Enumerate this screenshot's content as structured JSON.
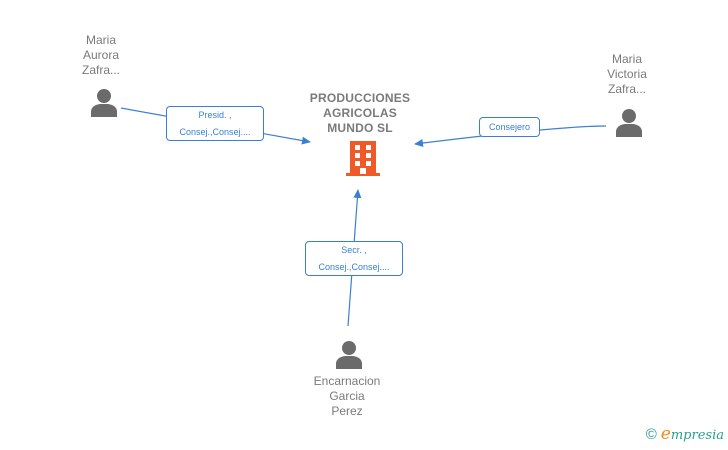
{
  "company": {
    "name_lines": [
      "PRODUCCIONES",
      "AGRICOLAS",
      "MUNDO SL"
    ],
    "icon": "building-icon",
    "icon_color": "#f05a28"
  },
  "people": [
    {
      "id": "maria-aurora",
      "name_lines": [
        "Maria",
        "Aurora",
        "Zafra..."
      ],
      "icon": "person-icon",
      "role_lines": [
        "Presid. ,",
        "Consej.,Consej...."
      ]
    },
    {
      "id": "maria-victoria",
      "name_lines": [
        "Maria",
        "Victoria",
        "Zafra..."
      ],
      "icon": "person-icon",
      "role_lines": [
        "Consejero"
      ]
    },
    {
      "id": "encarnacion",
      "name_lines": [
        "Encarnacion",
        "Garcia",
        "Perez"
      ],
      "icon": "person-icon",
      "role_lines": [
        "Secr. ,",
        "Consej.,Consej...."
      ]
    }
  ],
  "colors": {
    "edge": "#3a80d2",
    "person": "#6b6b6b",
    "text": "#7a7a7a"
  },
  "brand": {
    "copyright_symbol": "©",
    "initial": "e",
    "rest": "mpresia"
  }
}
